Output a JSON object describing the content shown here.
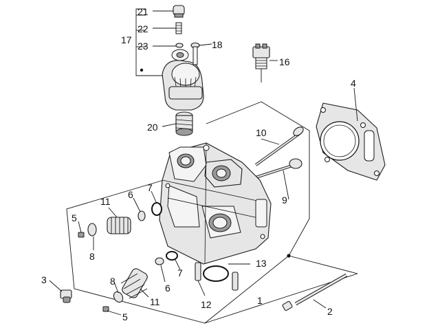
{
  "callouts": {
    "c1": "1",
    "c2": "2",
    "c3": "3",
    "c4": "4",
    "c5a": "5",
    "c5b": "5",
    "c6a": "6",
    "c6b": "6",
    "c7a": "7",
    "c7b": "7",
    "c8a": "8",
    "c8b": "8",
    "c9": "9",
    "c10": "10",
    "c11a": "11",
    "c11b": "11",
    "c12": "12",
    "c13": "13",
    "c16": "16",
    "c17": "17",
    "c18": "18",
    "c20": "20",
    "c21": "21",
    "c22": "22",
    "c23": "23"
  },
  "colors": {
    "line": "#111111",
    "part_fill": "#e6e6e6",
    "part_dark": "#9a9a9a"
  }
}
